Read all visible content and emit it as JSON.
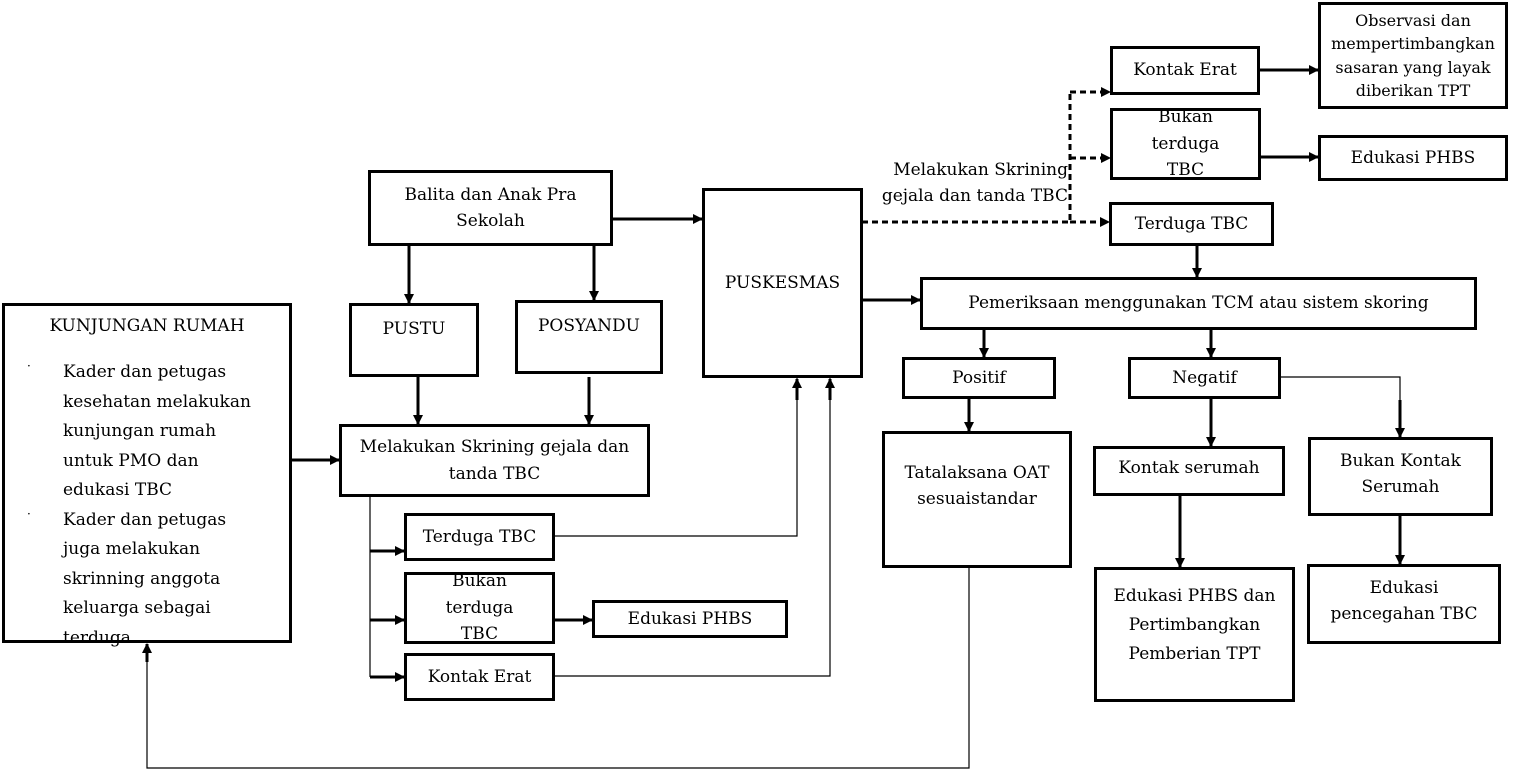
{
  "home_visit": {
    "title": "KUNJUNGAN RUMAH",
    "items": [
      "Kader dan petugas kesehatan melakukan kunjungan rumah untuk PMO dan edukasi TBC",
      "Kader dan petugas juga melakukan skrinning anggota keluarga sebagai terduga"
    ],
    "bullet": "·"
  },
  "nodes": {
    "balita": "Balita dan Anak Pra Sekolah",
    "pustu": "PUSTU",
    "posyandu": "POSYANDU",
    "skrining_left": "Melakukan Skrining gejala dan tanda TBC",
    "left_terduga": "Terduga TBC",
    "left_bukan": "Bukan terduga TBC",
    "left_edukasi": "Edukasi PHBS",
    "left_kontak": "Kontak Erat",
    "puskesmas": "PUSKESMAS",
    "skrining_label": "Melakukan Skrining gejala dan tanda TBC",
    "right_kontak": "Kontak Erat",
    "observasi": "Observasi dan mempertimbangkan sasaran yang layak diberikan TPT",
    "right_bukan": "Bukan terduga TBC",
    "right_edukasi": "Edukasi PHBS",
    "right_terduga": "Terduga TBC",
    "pemeriksaan": "Pemeriksaan menggunakan TCM atau sistem skoring",
    "positif": "Positif",
    "tatalaksana": "Tatalaksana OAT sesuaistandar",
    "negatif": "Negatif",
    "kontak_serumah": "Kontak serumah",
    "bukan_kontak_serumah": "Bukan Kontak Serumah",
    "edukasi_tpt": "Edukasi PHBS dan Pertimbangkan Pemberian TPT",
    "edukasi_pencegahan": "Edukasi pencegahan TBC"
  }
}
